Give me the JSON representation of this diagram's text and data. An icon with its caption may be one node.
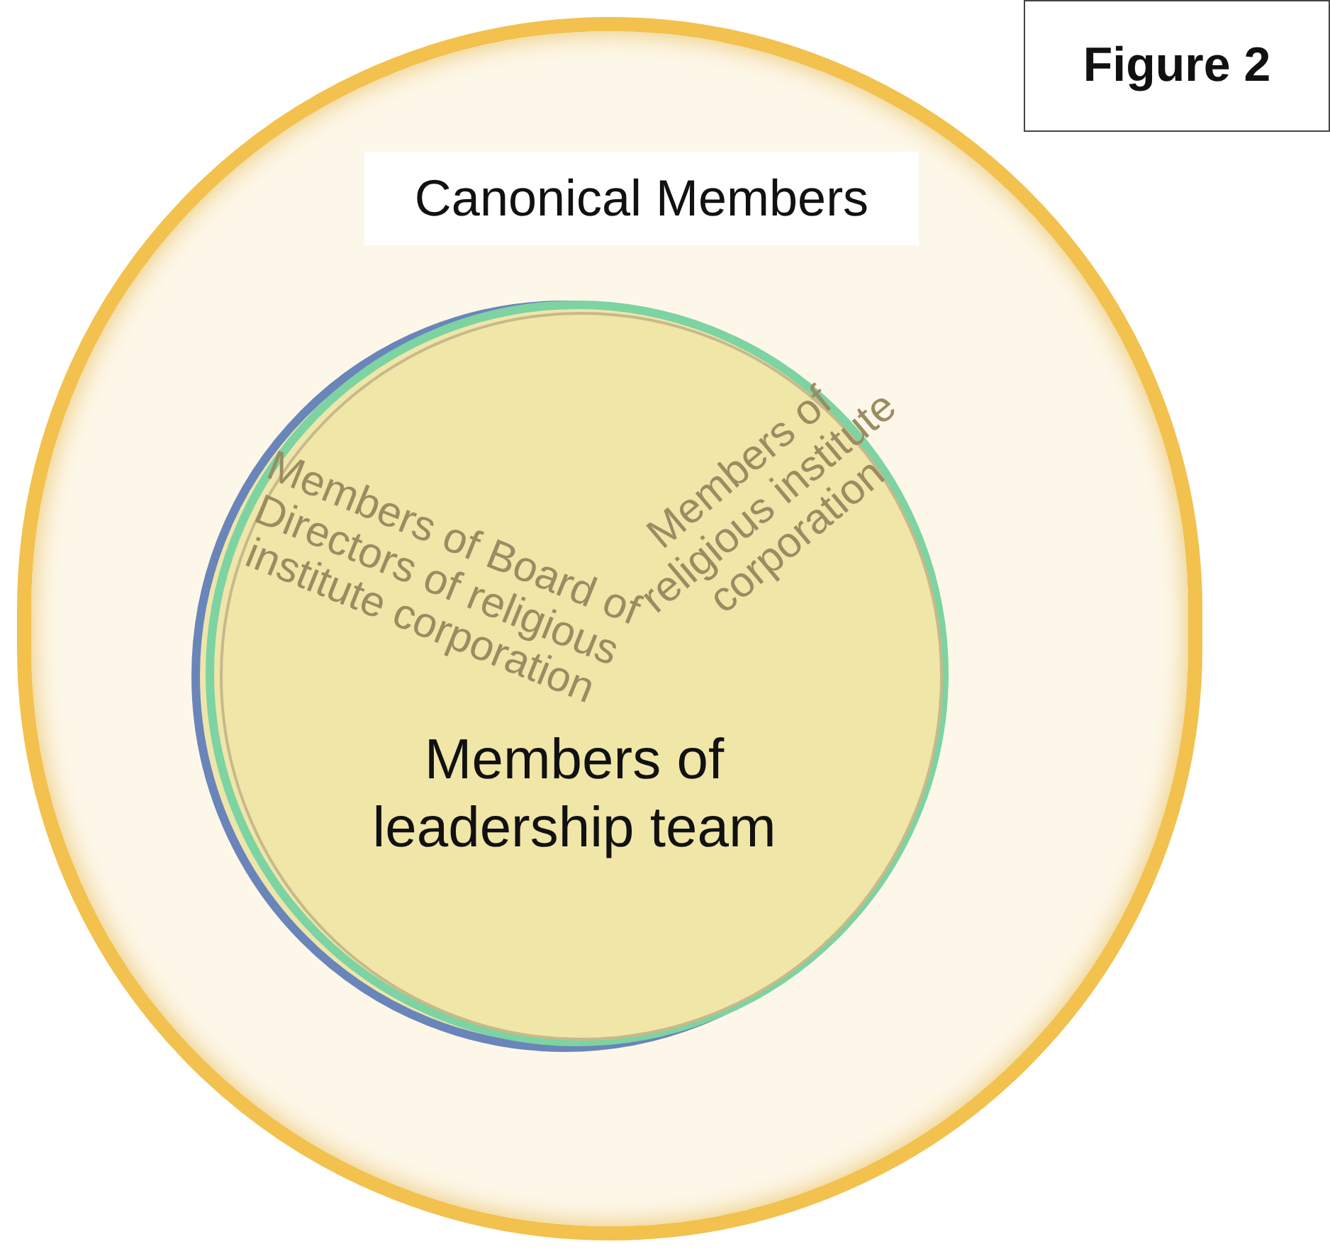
{
  "diagram": {
    "nodes": [
      {
        "text": [
          "Canonical Members"
        ]
      },
      {
        "text": [
          "Members of Board of Directors of religious institute corporation",
          "Members of religious institute corporation",
          "Members of leadership team"
        ],
        "in": 0
      },
      {
        "text": [
          "Figure 2"
        ]
      }
    ]
  }
}
